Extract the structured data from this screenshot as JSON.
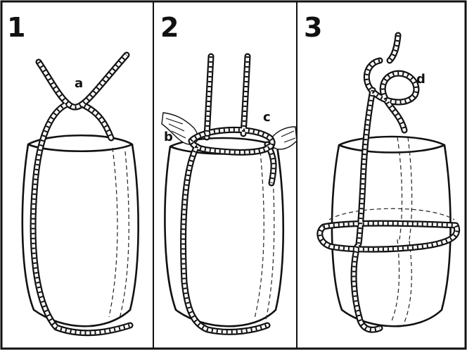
{
  "panels": [
    {
      "number": "1",
      "labels": [
        "a"
      ]
    },
    {
      "number": "2",
      "labels": [
        "b",
        "c"
      ]
    },
    {
      "number": "3",
      "labels": [
        "d"
      ]
    }
  ]
}
